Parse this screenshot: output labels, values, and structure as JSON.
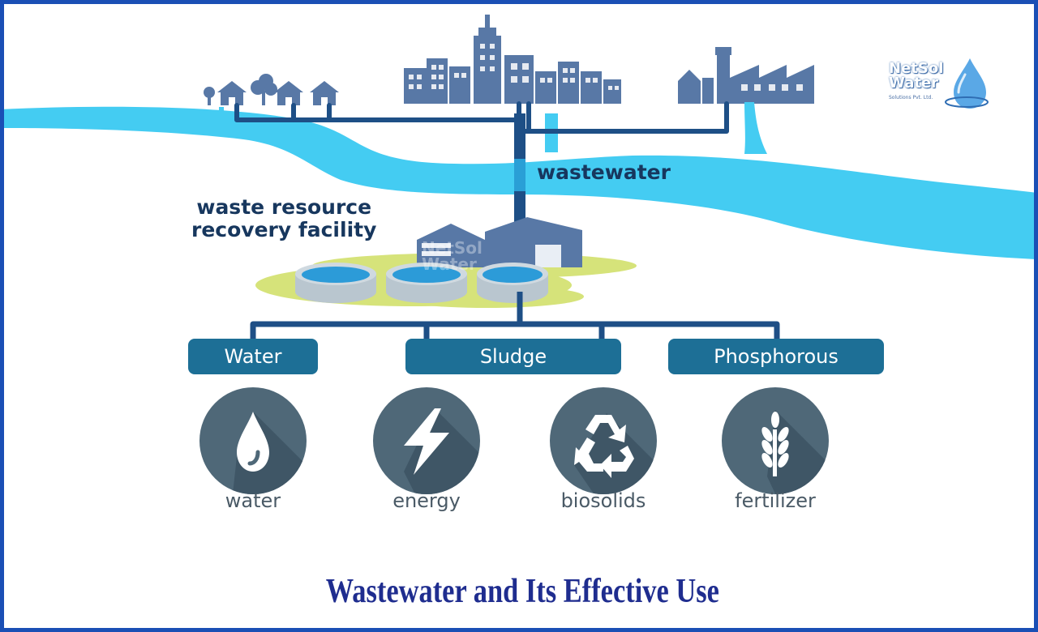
{
  "diagram": {
    "labels": {
      "wastewater": "wastewater",
      "facility_line1": "waste resource",
      "facility_line2": "recovery facility"
    },
    "streams": [
      {
        "id": "water",
        "label": "Water"
      },
      {
        "id": "sludge",
        "label": "Sludge"
      },
      {
        "id": "phosphorous",
        "label": "Phosphorous"
      }
    ],
    "products": [
      {
        "id": "water",
        "label": "water",
        "icon": "water-drop-icon"
      },
      {
        "id": "energy",
        "label": "energy",
        "icon": "lightning-bolt-icon"
      },
      {
        "id": "biosolids",
        "label": "biosolids",
        "icon": "recycle-icon"
      },
      {
        "id": "fertilizer",
        "label": "fertilizer",
        "icon": "wheat-icon"
      }
    ],
    "logo": {
      "line1": "NetSol",
      "line2": "Water",
      "tagline": "Solutions Pvt. Ltd."
    },
    "watermark": {
      "line1": "NetSol",
      "line2": "Water"
    },
    "title": "Wastewater and Its Effective Use"
  },
  "colors": {
    "river": "#44ccf2",
    "pipe": "#1e4f86",
    "buildings": "#5878a6",
    "label_box": "#1d6f96",
    "icon_circle": "#4f6878",
    "icon_shadow": "#3f5666",
    "ground": "#d6e37a",
    "frame": "#1a4fb5",
    "title": "#1f2d8f"
  }
}
